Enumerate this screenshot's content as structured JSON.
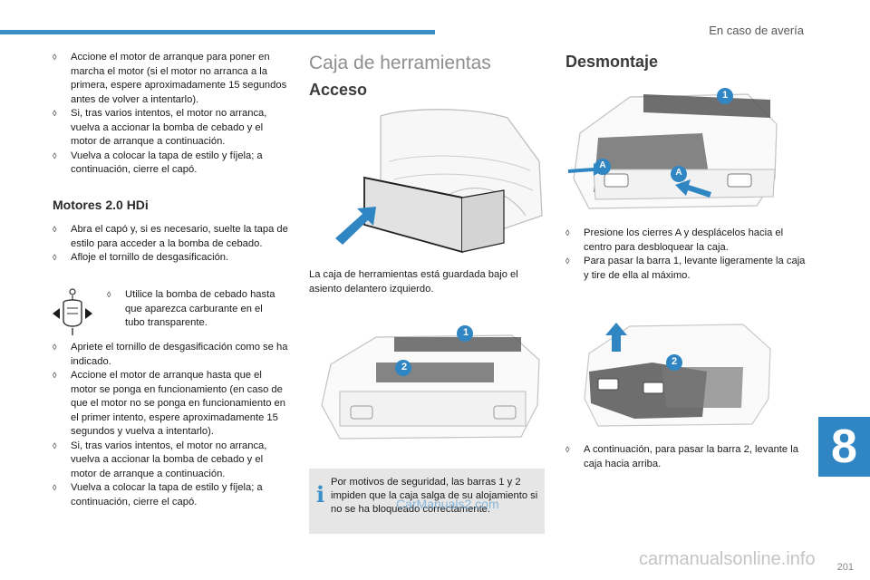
{
  "header": {
    "section_title": "En caso de avería"
  },
  "left": {
    "intro_bullets": [
      "Accione el motor de arranque para poner en marcha el motor (si el motor no arranca a la primera, espere aproximadamente 15 segundos antes de volver a intentarlo).",
      "Si, tras varios intentos, el motor no arranca, vuelva a accionar la bomba de cebado y el motor de arranque a continuación.",
      "Vuelva a colocar la tapa de estilo y fíjela; a continuación, cierre el capó."
    ],
    "engine_heading": "Motores 2.0 HDi",
    "engine_bullets": [
      "Abra el capó y, si es necesario, suelte la tapa de estilo para acceder a la bomba de cebado.",
      "Afloje el tornillo de desgasificación."
    ],
    "pump_bullet": "Utilice la bomba de cebado hasta que aparezca carburante en el tubo transparente.",
    "final_bullets": [
      "Apriete el tornillo de desgasificación como se ha indicado.",
      "Accione el motor de arranque hasta que el motor se ponga en funcionamiento (en caso de que el motor no se ponga en funcionamiento en el primer intento, espere aproximadamente 15 segundos y vuelva a intentarlo).",
      "Si, tras varios intentos, el motor no arranca, vuelva a accionar la bomba de cebado y el motor de arranque a continuación.",
      "Vuelva a colocar la tapa de estilo y fíjela; a continuación, cierre el capó."
    ]
  },
  "middle": {
    "section_title": "Caja de herramientas",
    "access_heading": "Acceso",
    "access_text": "La caja de herramientas está guardada bajo el asiento delantero izquierdo.",
    "info_text": "Por motivos de seguridad, las barras 1 y 2 impiden que la caja salga de su alojamiento si no se ha bloqueado correctamente.",
    "info_overlay": "CarManuals2.com"
  },
  "right": {
    "heading": "Desmontaje",
    "bullets_1": [
      "Presione los cierres A y desplácelos hacia el centro para desbloquear la caja.",
      "Para pasar la barra 1, levante ligeramente la caja y tire de ella al máximo."
    ],
    "bullets_2": [
      "A continuación, para pasar la barra 2, levante la caja hacia arriba."
    ]
  },
  "figure_labels": {
    "one": "1",
    "two": "2",
    "a": "A"
  },
  "footer": {
    "chapter": "8",
    "page": "201",
    "watermark": "carmanualsonline.info"
  },
  "colors": {
    "accent": "#3a8fc7",
    "tab": "#2f86c3"
  },
  "bullet_marker": ""
}
